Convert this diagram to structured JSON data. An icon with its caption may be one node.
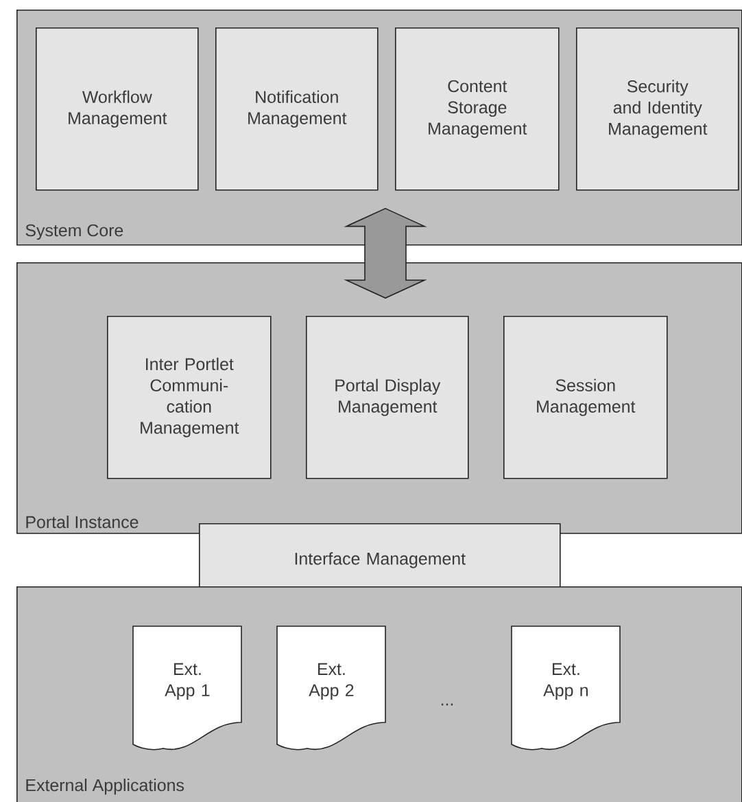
{
  "diagram": {
    "nodes": [
      {
        "text": [
          "System Core"
        ]
      },
      {
        "text": [
          "Workflow Management"
        ],
        "in": 0
      },
      {
        "text": [
          "Notification Management"
        ],
        "in": 0
      },
      {
        "text": [
          "Content Storage Management"
        ],
        "in": 0
      },
      {
        "text": [
          "Security and Identity Management"
        ],
        "in": 0
      },
      {
        "text": [
          "Portal Instance"
        ]
      },
      {
        "text": [
          "Inter Portlet Communi-cation Management"
        ],
        "in": 5
      },
      {
        "text": [
          "Portal Display Management"
        ],
        "in": 5
      },
      {
        "text": [
          "Session Management"
        ],
        "in": 5
      },
      {
        "text": [
          "Interface Management"
        ]
      },
      {
        "text": [
          "External Applications"
        ]
      },
      {
        "text": [
          "Ext. App 1"
        ],
        "in": 10
      },
      {
        "text": [
          "Ext. App 2"
        ],
        "in": 10
      },
      {
        "text": [
          "Ext. App n"
        ],
        "in": 10
      }
    ],
    "edges": [
      {
        "from": 0,
        "to": 5,
        "arrow": "both",
        "style": "thick"
      }
    ],
    "labels": [
      "..."
    ]
  }
}
